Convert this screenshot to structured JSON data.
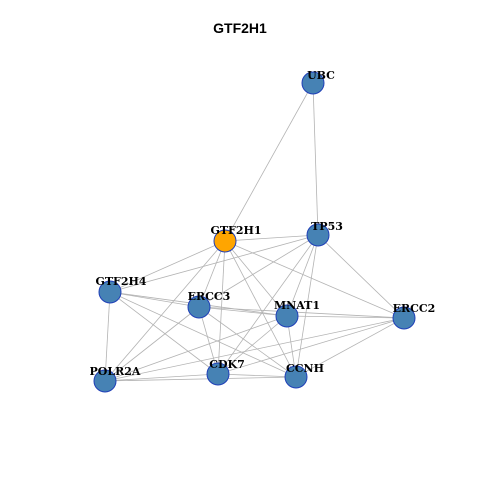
{
  "title": "GTF2H1",
  "colors": {
    "edge": "#b3b3b3",
    "node_fill": "#4682b4",
    "node_border": "#1f3fb8",
    "highlight_fill": "#ffa500",
    "label": "#000000",
    "background": "#ffffff"
  },
  "nodes": [
    {
      "id": "UBC",
      "label": "UBC",
      "highlight": false
    },
    {
      "id": "GTF2H1",
      "label": "GTF2H1",
      "highlight": true
    },
    {
      "id": "TP53",
      "label": "TP53",
      "highlight": false
    },
    {
      "id": "GTF2H4",
      "label": "GTF2H4",
      "highlight": false
    },
    {
      "id": "ERCC3",
      "label": "ERCC3",
      "highlight": false
    },
    {
      "id": "MNAT1",
      "label": "MNAT1",
      "highlight": false
    },
    {
      "id": "ERCC2",
      "label": "ERCC2",
      "highlight": false
    },
    {
      "id": "POLR2A",
      "label": "POLR2A",
      "highlight": false
    },
    {
      "id": "CDK7",
      "label": "CDK7",
      "highlight": false
    },
    {
      "id": "CCNH",
      "label": "CCNH",
      "highlight": false
    }
  ],
  "edges": [
    [
      "UBC",
      "GTF2H1"
    ],
    [
      "UBC",
      "TP53"
    ],
    [
      "GTF2H1",
      "TP53"
    ],
    [
      "GTF2H1",
      "GTF2H4"
    ],
    [
      "GTF2H1",
      "ERCC3"
    ],
    [
      "GTF2H1",
      "MNAT1"
    ],
    [
      "GTF2H1",
      "ERCC2"
    ],
    [
      "GTF2H1",
      "POLR2A"
    ],
    [
      "GTF2H1",
      "CDK7"
    ],
    [
      "GTF2H1",
      "CCNH"
    ],
    [
      "TP53",
      "GTF2H4"
    ],
    [
      "TP53",
      "ERCC3"
    ],
    [
      "TP53",
      "MNAT1"
    ],
    [
      "TP53",
      "ERCC2"
    ],
    [
      "TP53",
      "CDK7"
    ],
    [
      "TP53",
      "CCNH"
    ],
    [
      "GTF2H4",
      "ERCC3"
    ],
    [
      "GTF2H4",
      "MNAT1"
    ],
    [
      "GTF2H4",
      "POLR2A"
    ],
    [
      "GTF2H4",
      "CDK7"
    ],
    [
      "GTF2H4",
      "CCNH"
    ],
    [
      "ERCC3",
      "MNAT1"
    ],
    [
      "ERCC3",
      "ERCC2"
    ],
    [
      "ERCC3",
      "POLR2A"
    ],
    [
      "ERCC3",
      "CDK7"
    ],
    [
      "ERCC3",
      "CCNH"
    ],
    [
      "MNAT1",
      "ERCC2"
    ],
    [
      "MNAT1",
      "POLR2A"
    ],
    [
      "MNAT1",
      "CDK7"
    ],
    [
      "MNAT1",
      "CCNH"
    ],
    [
      "ERCC2",
      "POLR2A"
    ],
    [
      "ERCC2",
      "CDK7"
    ],
    [
      "ERCC2",
      "CCNH"
    ],
    [
      "POLR2A",
      "CDK7"
    ],
    [
      "POLR2A",
      "CCNH"
    ],
    [
      "CDK7",
      "CCNH"
    ]
  ]
}
